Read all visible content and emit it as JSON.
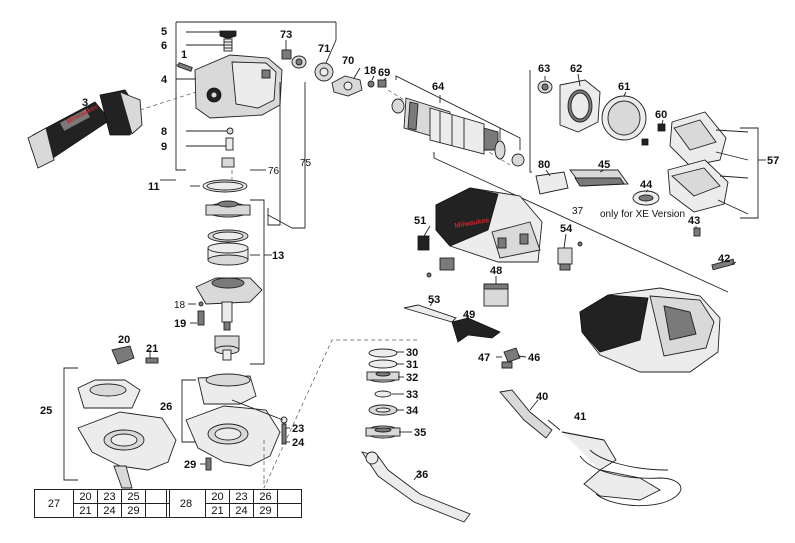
{
  "diagram": {
    "labels": {
      "l1": "1",
      "l3": "3",
      "l4": "4",
      "l5": "5",
      "l6": "6",
      "l8": "8",
      "l9": "9",
      "l11": "11",
      "l13": "13",
      "l18a": "18",
      "l18b": "18",
      "l19": "19",
      "l20": "20",
      "l21": "21",
      "l23": "23",
      "l24": "24",
      "l25": "25",
      "l26": "26",
      "l29": "29",
      "l30": "30",
      "l31": "31",
      "l32": "32",
      "l33": "33",
      "l34": "34",
      "l35": "35",
      "l36": "36",
      "l37": "37",
      "l40": "40",
      "l41": "41",
      "l42": "42",
      "l43": "43",
      "l44": "44",
      "l45": "45",
      "l46": "46",
      "l47": "47",
      "l48": "48",
      "l49": "49",
      "l51": "51",
      "l53": "53",
      "l54": "54",
      "l57": "57",
      "l60": "60",
      "l61": "61",
      "l62": "62",
      "l63": "63",
      "l64": "64",
      "l69": "69",
      "l70": "70",
      "l71": "71",
      "l73": "73",
      "l75": "75",
      "l76": "76",
      "l80": "80"
    },
    "xe_note": "only for XE Version",
    "brand_text": "Milwaukee"
  },
  "tables": {
    "left": {
      "head": "27",
      "row1": [
        "20",
        "23",
        "25",
        ""
      ],
      "row2": [
        "21",
        "24",
        "29",
        ""
      ]
    },
    "right": {
      "head": "28",
      "row1": [
        "20",
        "23",
        "26",
        ""
      ],
      "row2": [
        "21",
        "24",
        "29",
        ""
      ]
    }
  },
  "colors": {
    "brand_red": "#c0282d",
    "line": "#222222"
  }
}
